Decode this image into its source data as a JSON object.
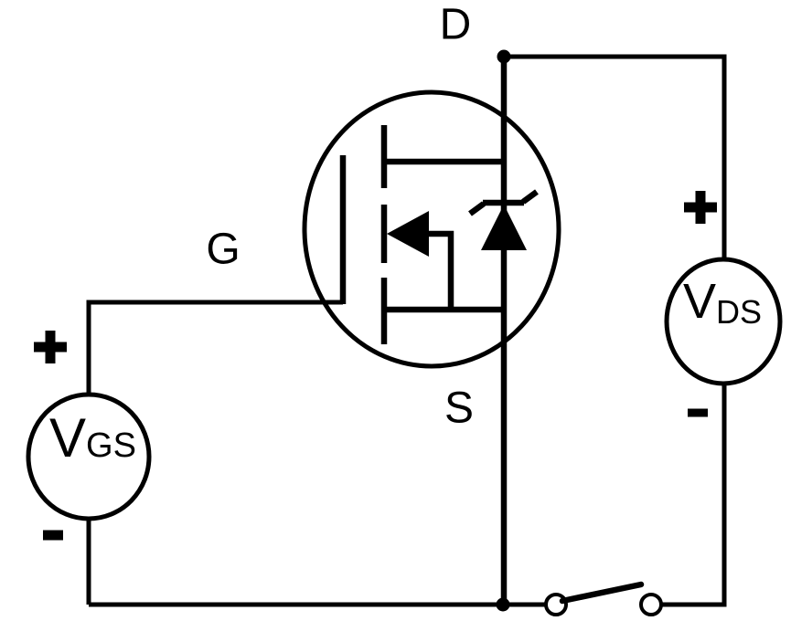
{
  "diagram": {
    "type": "circuit-schematic",
    "background_color": "#ffffff",
    "line_color": "#000000",
    "terminals": {
      "drain": "D",
      "gate": "G",
      "source": "S"
    },
    "sources": {
      "vgs": {
        "name": "V",
        "subscript": "GS",
        "plus": "+",
        "minus": "-"
      },
      "vds": {
        "name": "V",
        "subscript": "DS",
        "plus": "+",
        "minus": "-"
      }
    },
    "icons": {
      "mosfet": "n-channel-mosfet-with-body-diode-icon",
      "body_diode": "zener-diode-icon",
      "switch": "open-switch-icon",
      "junction": "junction-dot"
    }
  }
}
